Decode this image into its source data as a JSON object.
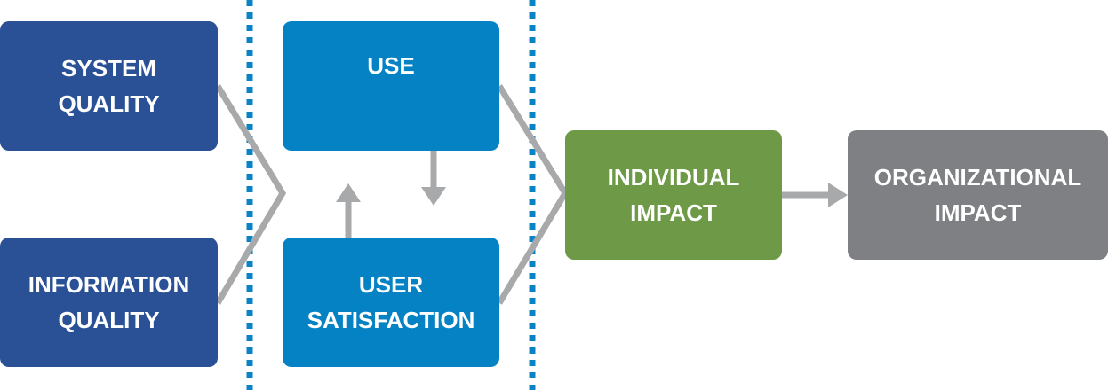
{
  "diagram": {
    "nodes": {
      "system_quality": {
        "line1": "SYSTEM",
        "line2": "QUALITY"
      },
      "information_quality": {
        "line1": "INFORMATION",
        "line2": "QUALITY"
      },
      "use": {
        "line1": "USE"
      },
      "user_satisfaction": {
        "line1": "USER",
        "line2": "SATISFACTION"
      },
      "individual_impact": {
        "line1": "INDIVIDUAL",
        "line2": "IMPACT"
      },
      "organizational_impact": {
        "line1": "ORGANIZATIONAL",
        "line2": "IMPACT"
      }
    },
    "colors": {
      "dark_blue": "#2a5196",
      "mid_blue": "#0582c4",
      "green": "#6e9a48",
      "gray": "#7f8083",
      "connector": "#a8a9ab",
      "divider": "#0a82c6"
    }
  }
}
